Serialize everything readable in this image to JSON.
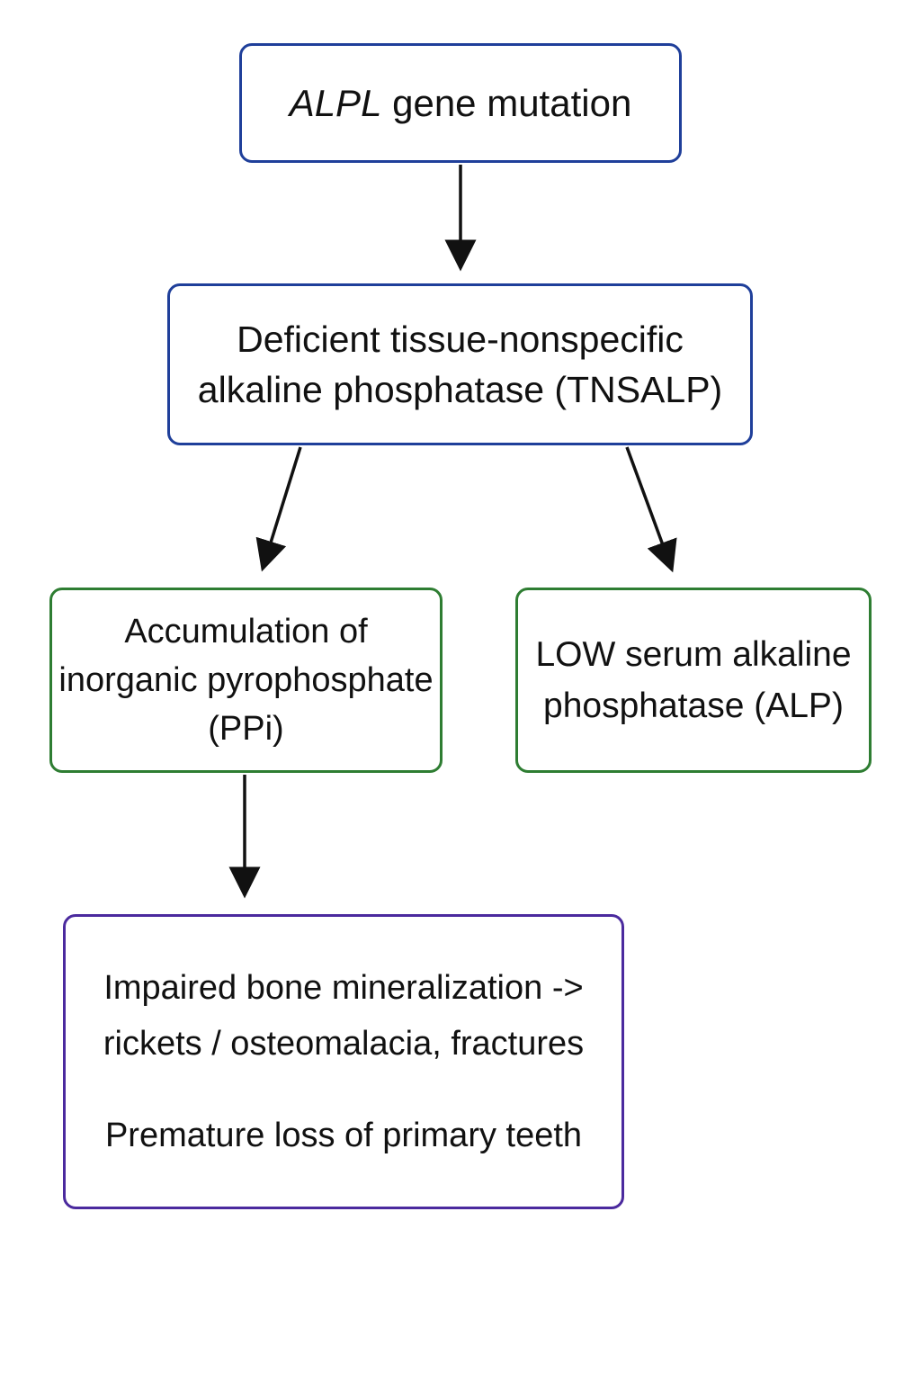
{
  "nodes": {
    "mutation": {
      "gene": "ALPL",
      "rest": " gene mutation",
      "border_color": "#1f3f9a"
    },
    "tnsalp": {
      "lines": [
        "Deficient tissue-nonspecific",
        "alkaline phosphatase (TNSALP)"
      ],
      "border_color": "#1f3f9a"
    },
    "ppi": {
      "lines": [
        "Accumulation of",
        "inorganic pyrophosphate",
        "(PPi)"
      ],
      "border_color": "#2e7d32"
    },
    "alp": {
      "lines": [
        "LOW serum alkaline",
        "phosphatase (ALP)"
      ],
      "border_color": "#2e7d32"
    },
    "outcomes": {
      "lines": [
        "Impaired bone mineralization ->",
        "rickets / osteomalacia, fractures",
        "Premature loss of primary teeth"
      ],
      "border_color": "#4b2a9e"
    }
  },
  "edges": [
    {
      "from": "mutation",
      "to": "tnsalp"
    },
    {
      "from": "tnsalp",
      "to": "ppi"
    },
    {
      "from": "tnsalp",
      "to": "alp"
    },
    {
      "from": "ppi",
      "to": "outcomes"
    }
  ]
}
